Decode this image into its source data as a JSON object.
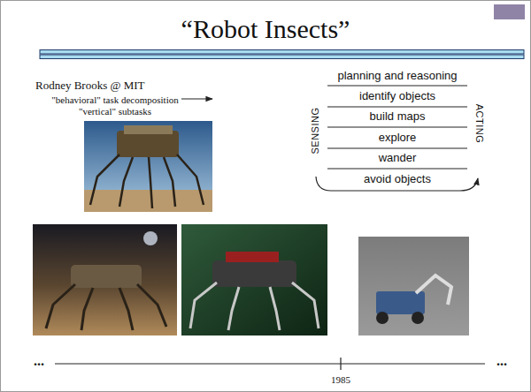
{
  "diagram": {
    "title": "“Robot Insects”",
    "labels": [
      "Rodney Brooks @ MIT",
      "\"behavioral\" task decomposition",
      "\"vertical\" subtasks",
      "planning and reasoning",
      "identify objects",
      "build maps",
      "explore",
      "wander",
      "avoid objects",
      "SENSING",
      "ACTING",
      "...",
      "1985",
      "..."
    ]
  }
}
